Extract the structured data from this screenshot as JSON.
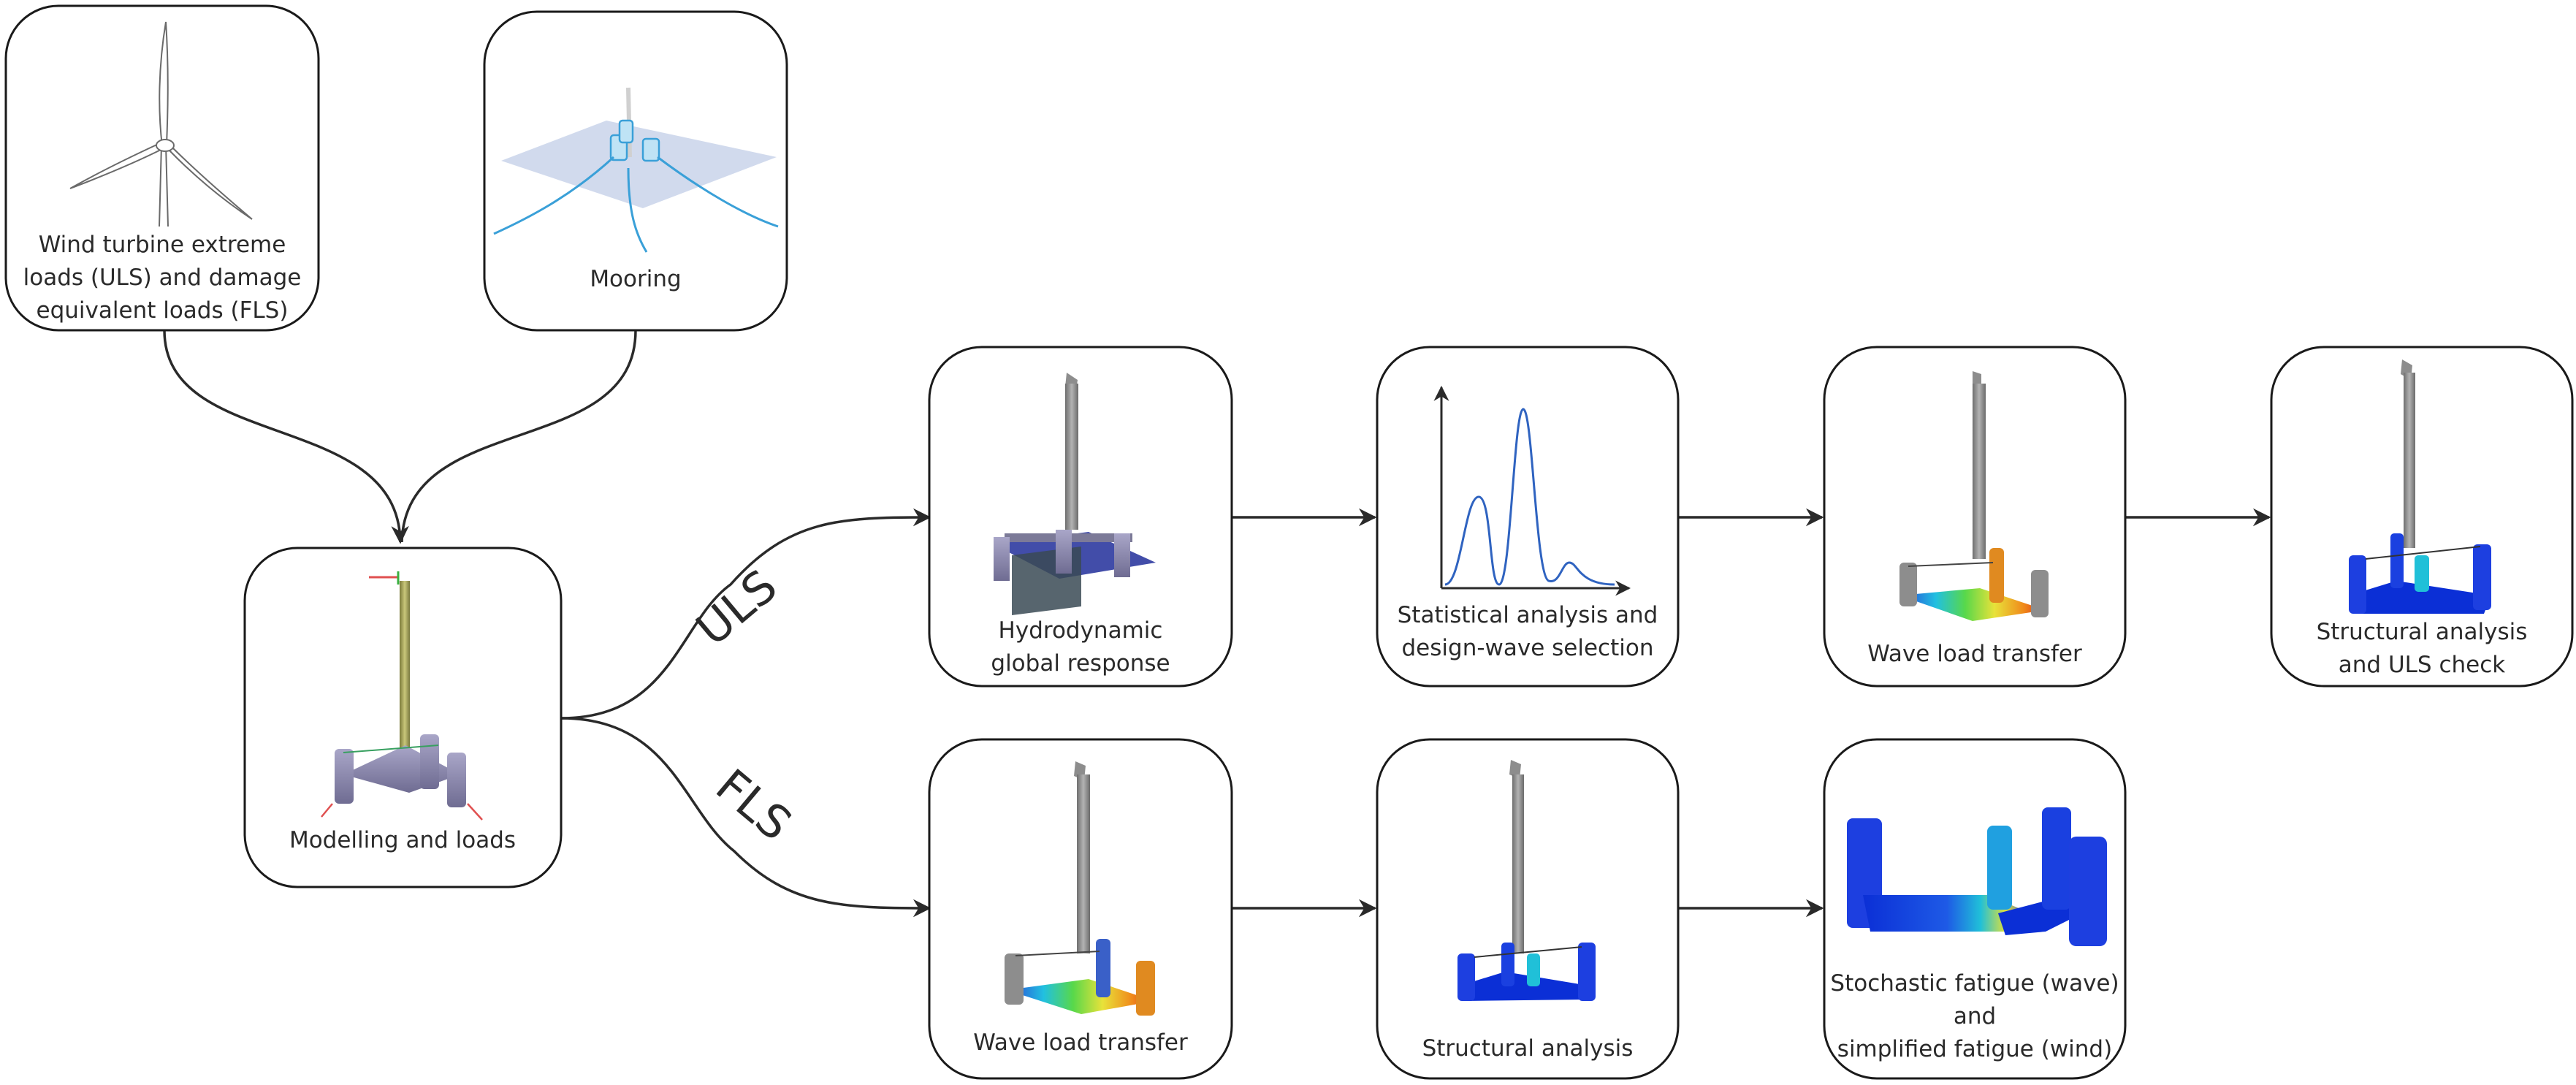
{
  "boxes": {
    "wind": "Wind turbine extreme loads (ULS) and damage equivalent loads (FLS)",
    "wind_lines": [
      "Wind turbine extreme",
      "loads (ULS) and damage",
      "equivalent loads (FLS)"
    ],
    "mooring": "Mooring",
    "modelling": "Modelling and loads",
    "hydro_lines": [
      "Hydrodynamic",
      "global response"
    ],
    "statistical_lines": [
      "Statistical analysis and",
      "design-wave selection"
    ],
    "wave_uls": "Wave load transfer",
    "structural_uls_lines": [
      "Structural analysis",
      "and ULS check"
    ],
    "wave_fls": "Wave load transfer",
    "structural_fls": "Structural analysis",
    "fatigue_lines": [
      "Stochastic fatigue (wave)",
      "and",
      "simplified fatigue (wind)"
    ]
  },
  "branches": {
    "uls": "ULS",
    "fls": "FLS"
  },
  "colors": {
    "line": "#2a2a2a",
    "mooring_blue": "#3aa0d8",
    "plane": "#c9d3ea",
    "curve_blue": "#2f63c0",
    "structure_blue": "#0b2fd6"
  }
}
